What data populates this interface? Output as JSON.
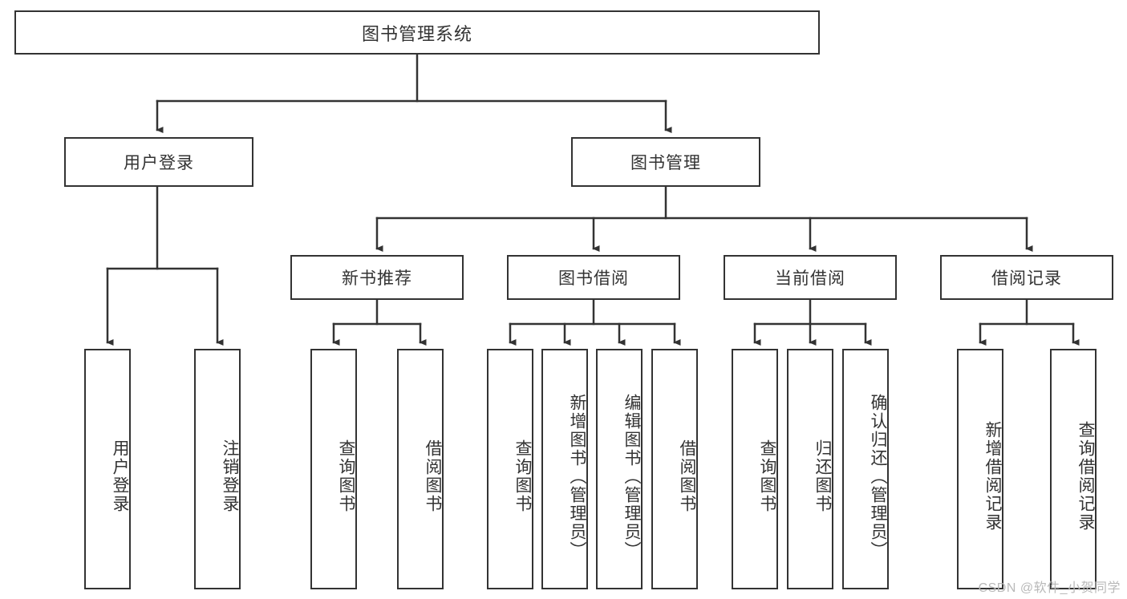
{
  "diagram": {
    "title": "图书管理系统",
    "type": "tree-hierarchy-diagram",
    "root": {
      "label": "图书管理系统"
    },
    "level2": [
      {
        "label": "用户登录"
      },
      {
        "label": "图书管理"
      }
    ],
    "level3": [
      {
        "label": "新书推荐"
      },
      {
        "label": "图书借阅"
      },
      {
        "label": "当前借阅"
      },
      {
        "label": "借阅记录"
      }
    ],
    "leaves": {
      "user_login": [
        {
          "label": "用户登录"
        },
        {
          "label": "注销登录"
        }
      ],
      "new_book_recommend": [
        {
          "label": "查询图书"
        },
        {
          "label": "借阅图书"
        }
      ],
      "book_borrow": [
        {
          "label": "查询图书"
        },
        {
          "label": "新增图书（管理员）"
        },
        {
          "label": "编辑图书（管理员）"
        },
        {
          "label": "借阅图书"
        }
      ],
      "current_borrow": [
        {
          "label": "查询图书"
        },
        {
          "label": "归还图书"
        },
        {
          "label": "确认归还（管理员）"
        }
      ],
      "borrow_record": [
        {
          "label": "新增借阅记录"
        },
        {
          "label": "查询借阅记录"
        }
      ]
    }
  },
  "watermark": {
    "text": "CSDN @软件_小贺同学"
  },
  "colors": {
    "stroke": "#333333",
    "background": "#ffffff",
    "text": "#333333",
    "watermark": "#b9b9b9"
  }
}
